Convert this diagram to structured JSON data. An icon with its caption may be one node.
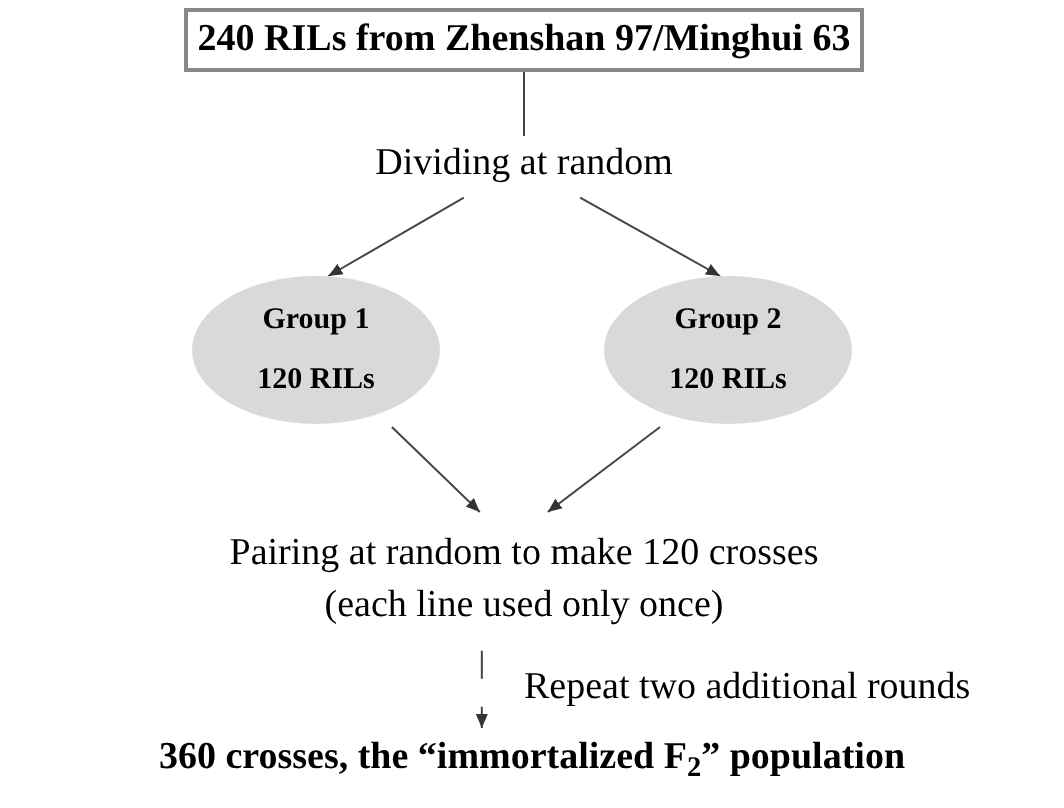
{
  "diagram": {
    "nodes": [
      {
        "text": [
          "240 RILs from Zhenshan 97/Minghui 63"
        ]
      },
      {
        "text": [
          "Dividing at random"
        ]
      },
      {
        "text": [
          "Group 1",
          "120 RILs"
        ]
      },
      {
        "text": [
          "Group 2",
          "120 RILs"
        ]
      },
      {
        "text": [
          "Pairing at random to make 120 crosses (each line used only once)"
        ]
      },
      {
        "text": [
          "360 crosses, the “immortalized F$_{2}$” population"
        ]
      }
    ],
    "edges": [
      {
        "from": 0,
        "to": 1,
        "arrow": "none"
      },
      {
        "from": 1,
        "to": 2,
        "arrow": "to"
      },
      {
        "from": 1,
        "to": 3,
        "arrow": "to"
      },
      {
        "from": 2,
        "to": 4,
        "arrow": "to"
      },
      {
        "from": 3,
        "to": 4,
        "arrow": "to"
      },
      {
        "from": 4,
        "to": 5,
        "arrow": "to",
        "label": "Repeat two additional rounds",
        "style": "dashed"
      }
    ]
  }
}
